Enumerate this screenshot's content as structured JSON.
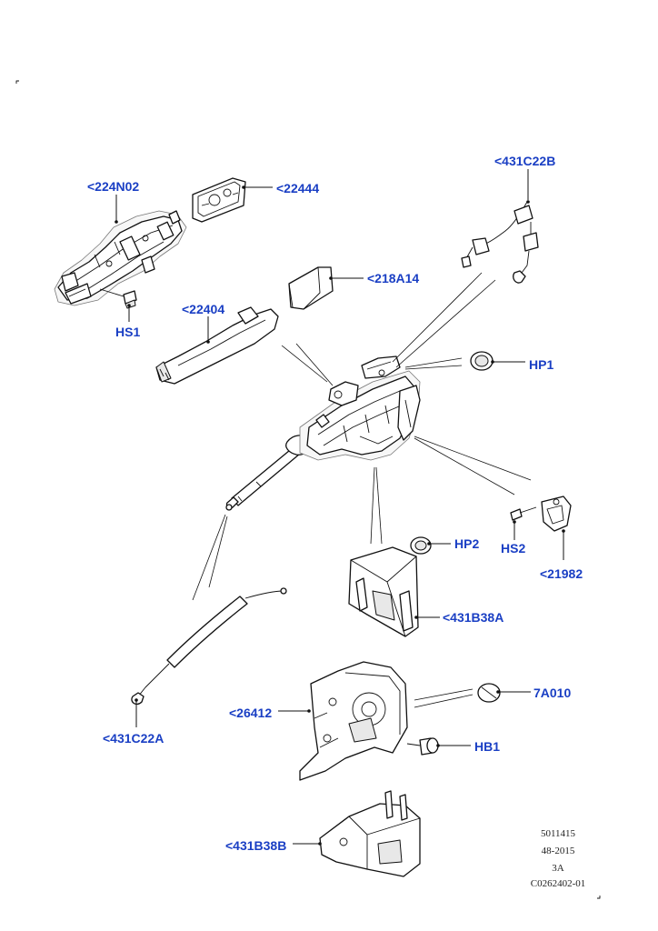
{
  "diagram": {
    "labels": {
      "l_224N02": "<224N02",
      "l_22444": "<22444",
      "l_218A14": "<218A14",
      "l_22404": "<22404",
      "l_HS1": "HS1",
      "l_431C22B": "<431C22B",
      "l_HP1": "HP1",
      "l_HP2": "HP2",
      "l_HS2": "HS2",
      "l_21982": "<21982",
      "l_431B38A": "<431B38A",
      "l_7A010": "7A010",
      "l_26412": "<26412",
      "l_HB1": "HB1",
      "l_431C22A": "<431C22A",
      "l_431B38B": "<431B38B"
    },
    "reference_block": [
      "5011415",
      "48-2015",
      "3A",
      "C0262402-01"
    ]
  }
}
